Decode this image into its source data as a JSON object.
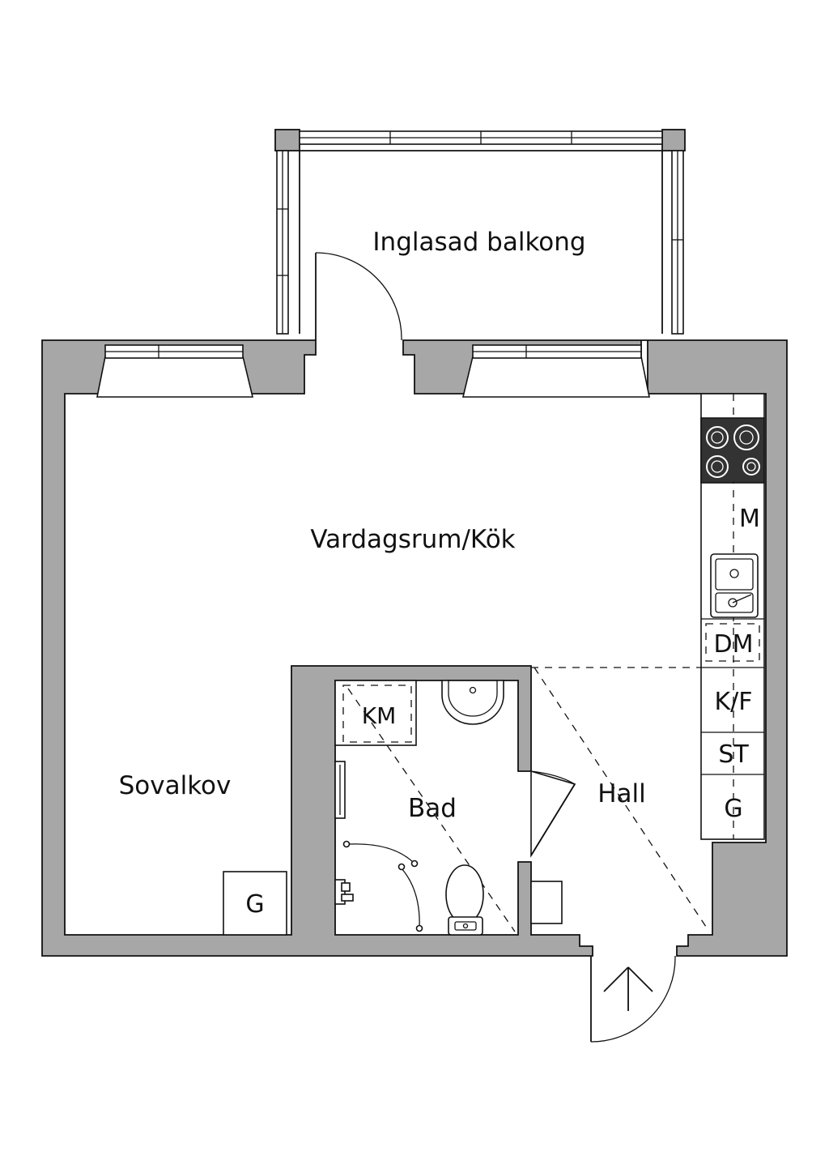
{
  "rooms": {
    "balcony": "Inglasad balkong",
    "living_kitchen": "Vardagsrum/Kök",
    "alcove": "Sovalkov",
    "bath": "Bad",
    "hall": "Hall"
  },
  "fixtures": {
    "microwave": "M",
    "dishwasher": "DM",
    "fridge_freezer": "K/F",
    "closet": "ST",
    "wardrobe_hall": "G",
    "wardrobe_alcove": "G",
    "washing_machine": "KM"
  },
  "colors": {
    "wall": "#a7a7a7",
    "stove": "#333333",
    "line": "#111111"
  }
}
